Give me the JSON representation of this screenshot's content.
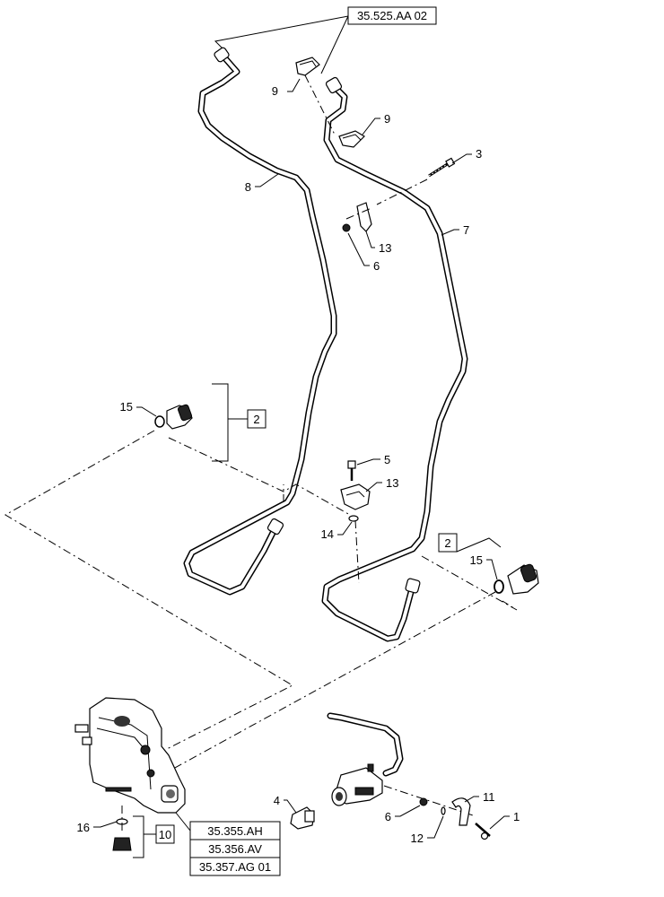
{
  "references": {
    "top": "35.525.AA 02",
    "bottom_1": "35.355.AH",
    "bottom_2": "35.356.AV",
    "bottom_3": "35.357.AG 01"
  },
  "boxed_items": {
    "group_left": "2",
    "group_right": "2",
    "valve": "10"
  },
  "callouts": {
    "c9a": "9",
    "c9b": "9",
    "c3": "3",
    "c8": "8",
    "c7": "7",
    "c13a": "13",
    "c6a": "6",
    "c15a": "15",
    "c5": "5",
    "c13b": "13",
    "c14": "14",
    "c15b": "15",
    "c4": "4",
    "c11": "11",
    "c1": "1",
    "c6b": "6",
    "c12": "12",
    "c16": "16"
  }
}
